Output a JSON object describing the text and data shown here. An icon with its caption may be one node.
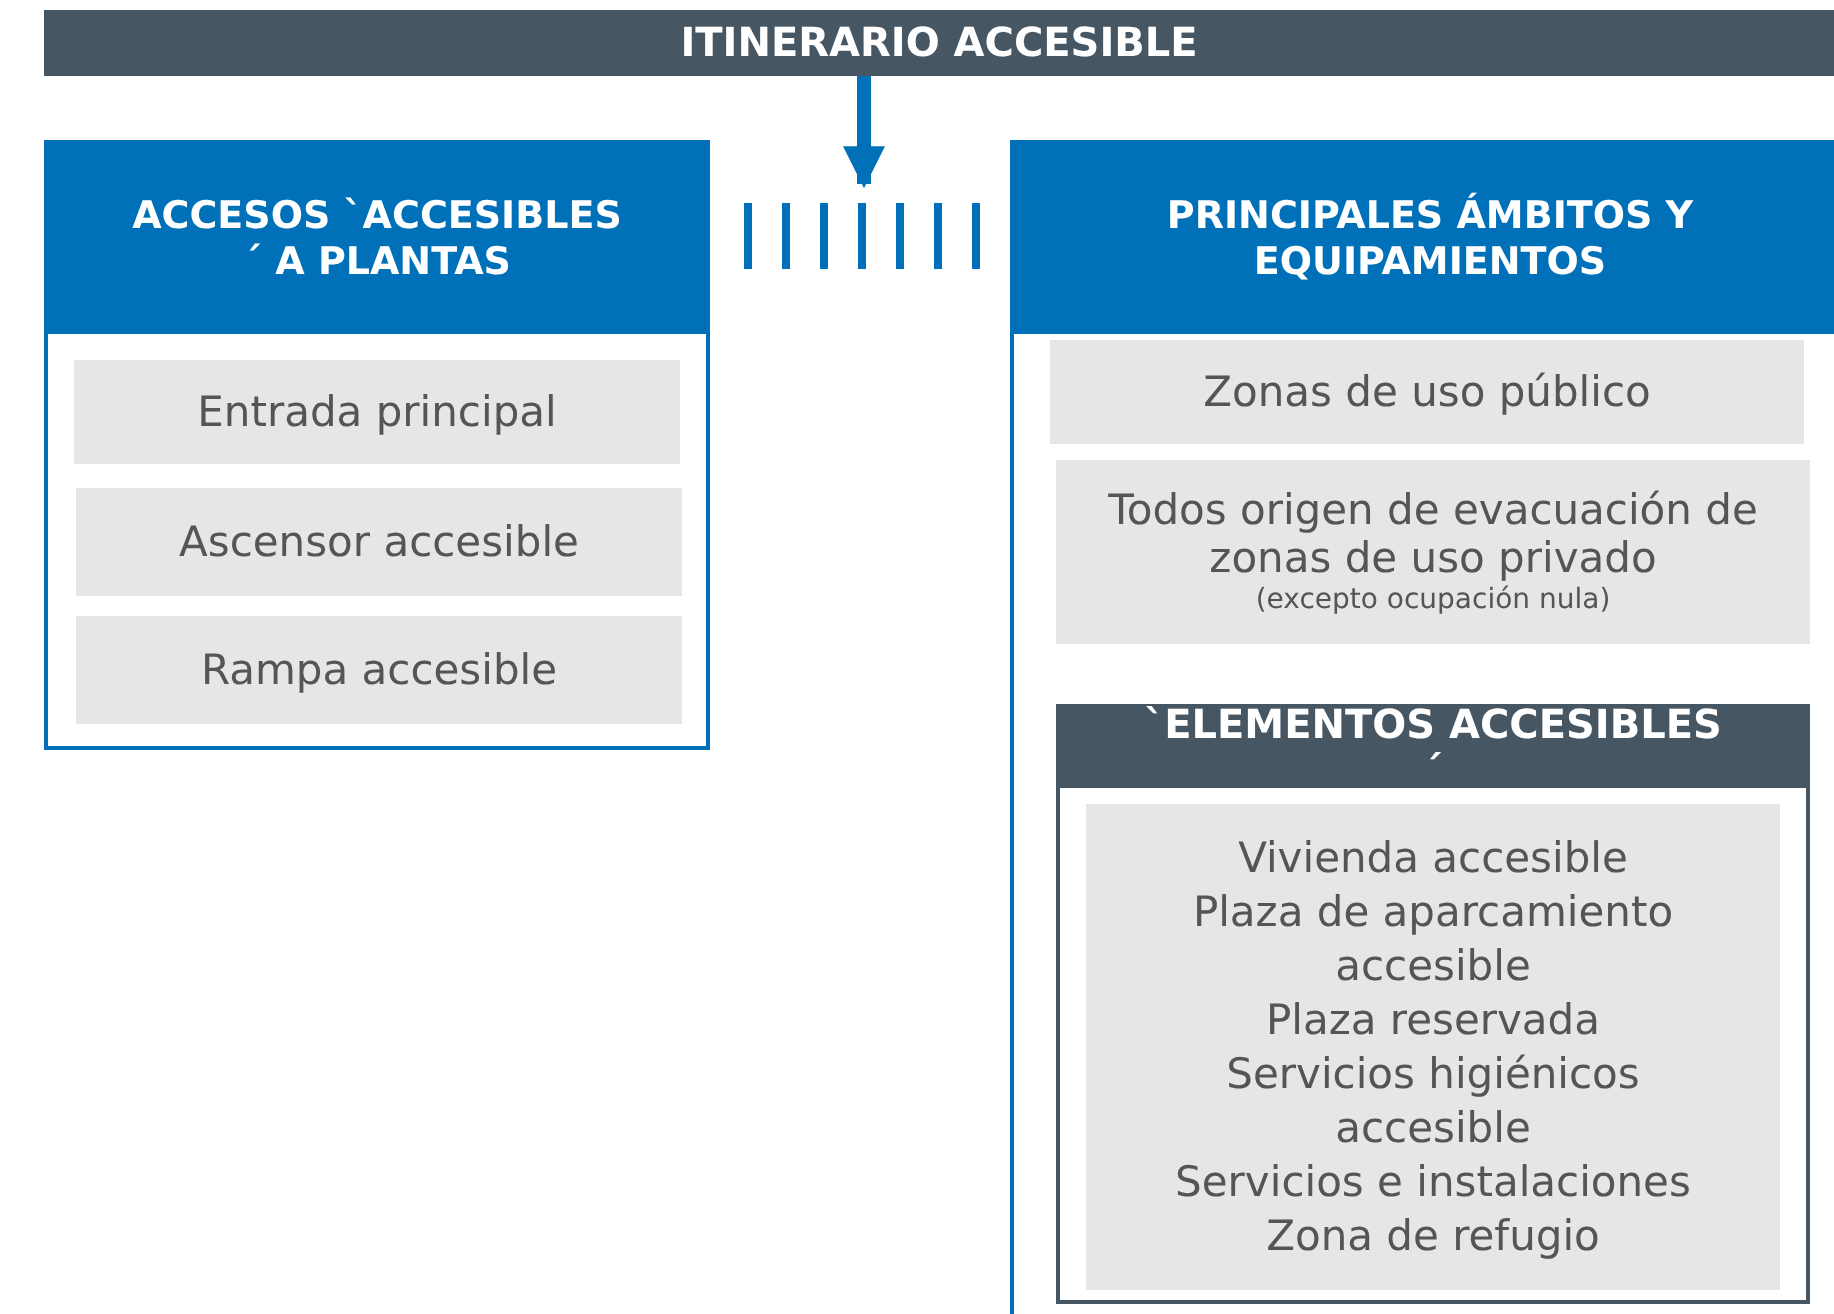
{
  "diagram": {
    "nodes": [
      {
        "text": [
          "ITINERARIO ACCESIBLE"
        ]
      },
      {
        "text": [
          "ACCESOS `ACCESIBLES´ A PLANTAS"
        ]
      },
      {
        "text": [
          "Entrada principal"
        ],
        "in": 1
      },
      {
        "text": [
          "Ascensor accesible"
        ],
        "in": 1
      },
      {
        "text": [
          "Rampa accesible"
        ],
        "in": 1
      },
      {
        "text": [
          "PRINCIPALES ÁMBITOS Y EQUIPAMIENTOS"
        ]
      },
      {
        "text": [
          "Zonas de uso público"
        ],
        "in": 5
      },
      {
        "text": [
          "Todos origen de evacuación de zonas de uso privado",
          "(excepto ocupación nula)"
        ],
        "in": 5
      },
      {
        "text": [
          "`ELEMENTOS ACCESIBLES´"
        ],
        "in": 5
      },
      {
        "text": [
          "Vivienda accesible",
          "Plaza de aparcamiento accesible",
          "Plaza reservada",
          "Servicios higiénicos accesible",
          "Servicios e instalaciones",
          "Zona de refugio"
        ],
        "in": 8
      }
    ],
    "edges": [
      {
        "from": 0,
        "to": null,
        "arrow": "to"
      },
      {
        "from": 1,
        "to": 5,
        "arrow": "none",
        "style": "dashed"
      }
    ]
  }
}
